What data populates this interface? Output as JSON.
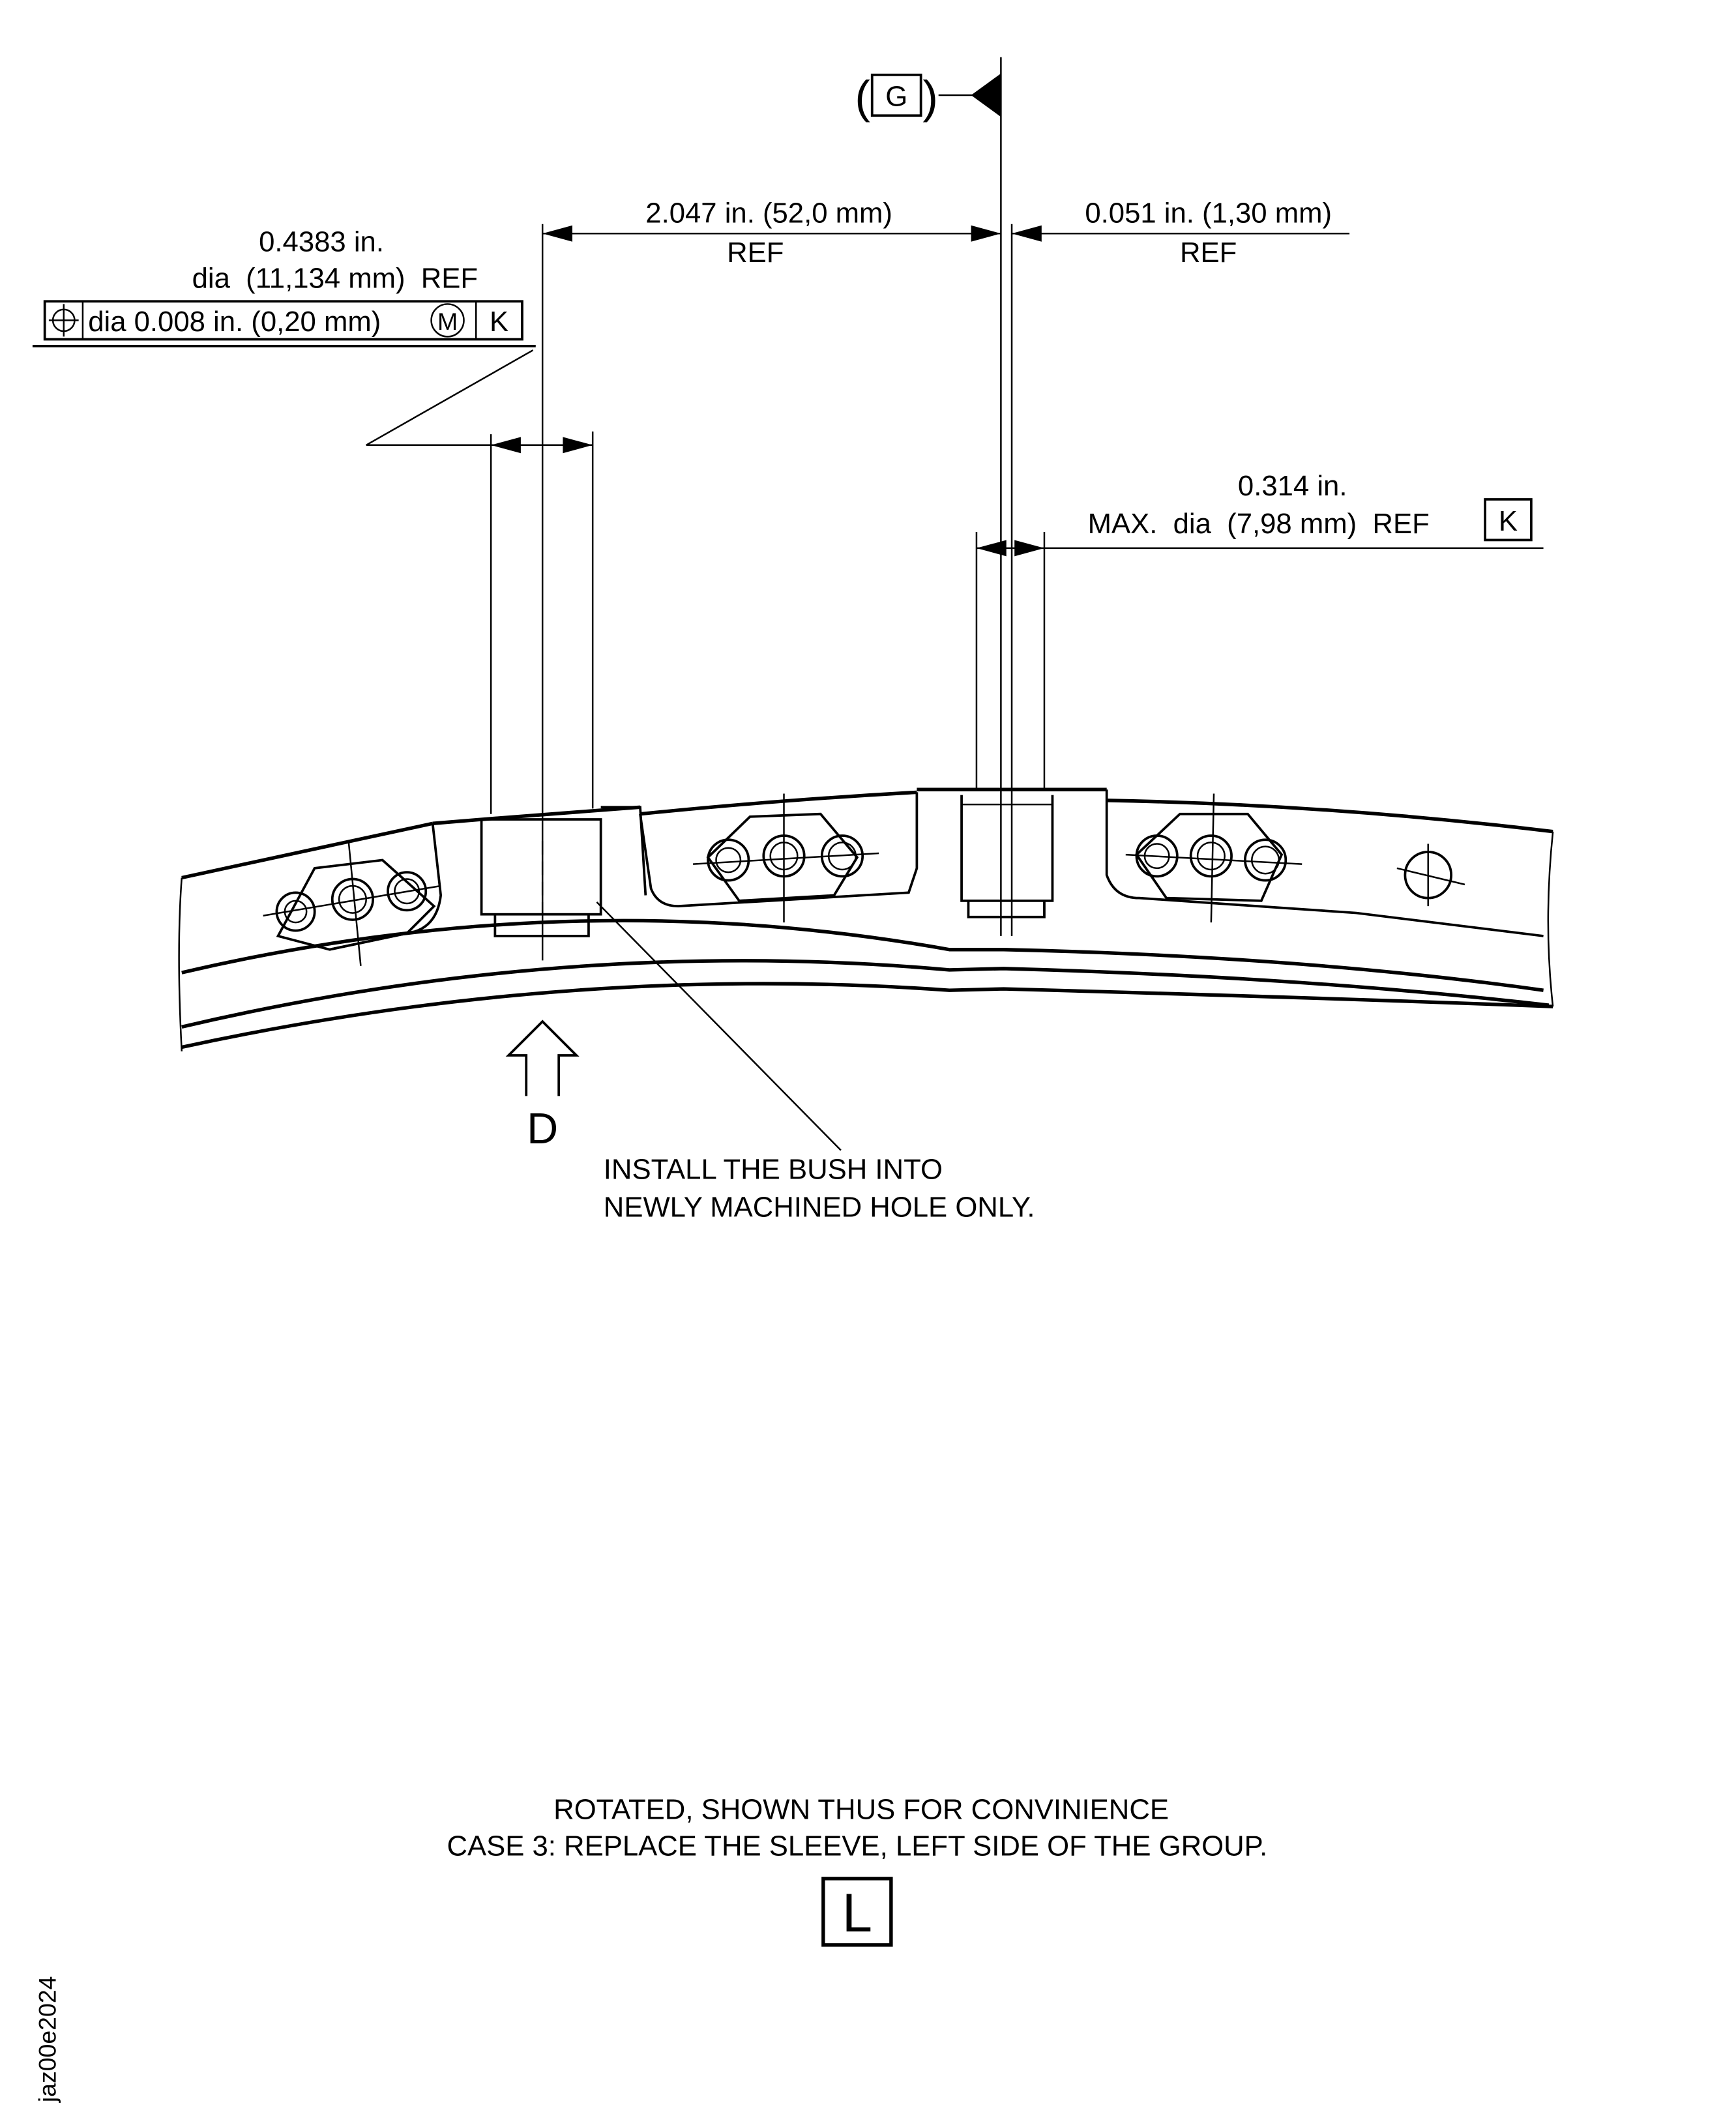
{
  "datum_flag": {
    "label": "G"
  },
  "dim_spacing": {
    "value": "2.047 in. (52,0 mm)",
    "note": "REF"
  },
  "dim_offset": {
    "value": "0.051 in. (1,30 mm)",
    "note": "REF"
  },
  "hole_dia": {
    "line1": "0.4383 in.",
    "line2": "dia  (11,134 mm)  REF",
    "fcf": {
      "tolerance": "dia 0.008 in. (0,20 mm)",
      "modifier": "M",
      "datum": "K"
    }
  },
  "max_dia": {
    "line1": "0.314 in.",
    "line2": "MAX.  dia  (7,98 mm)  REF",
    "datum": "K"
  },
  "view_arrow": {
    "label": "D"
  },
  "note": {
    "line1": "INSTALL THE BUSH INTO",
    "line2": "NEWLY MACHINED HOLE ONLY."
  },
  "caption": {
    "line1": "ROTATED, SHOWN THUS FOR CONVINIENCE",
    "line2": "CASE 3: REPLACE THE SLEEVE, LEFT SIDE OF THE GROUP.",
    "symbol": "L"
  },
  "figure_id": "jaz00e2024"
}
